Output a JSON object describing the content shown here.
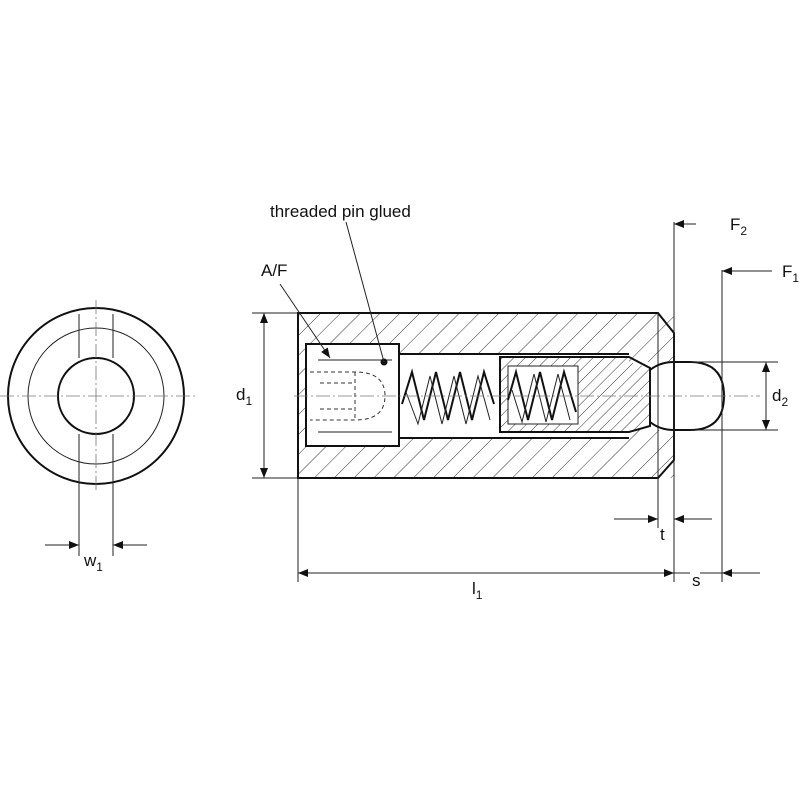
{
  "labels": {
    "threaded_pin_glued": "threaded pin glued",
    "af": "A/F",
    "d1": {
      "main": "d",
      "sub": "1"
    },
    "d2": {
      "main": "d",
      "sub": "2"
    },
    "w1": {
      "main": "w",
      "sub": "1"
    },
    "l1": {
      "main": "l",
      "sub": "1"
    },
    "t": "t",
    "s": "s",
    "f1": {
      "main": "F",
      "sub": "1"
    },
    "f2": {
      "main": "F",
      "sub": "2"
    }
  },
  "colors": {
    "line": "#111111",
    "center_line": "#777777",
    "background": "#ffffff"
  }
}
